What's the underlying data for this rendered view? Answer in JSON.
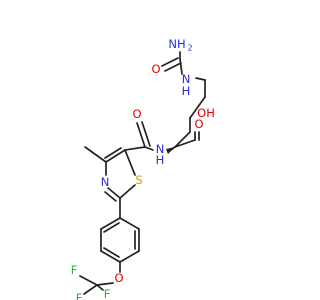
{
  "molecule": {
    "colors": {
      "bond": "#222222",
      "O": "#e00000",
      "N": "#2c2cdd",
      "S": "#c9a400",
      "F": "#2ab52a"
    },
    "atom_labels": {
      "nh2": "NH",
      "nh2_sub": "2",
      "urea_o": "O",
      "urea_nh": "N",
      "urea_nh_h": "H",
      "acid_oh": "OH",
      "acid_o": "O",
      "amide_o": "O",
      "amide_nh": "N",
      "amide_nh_h": "H",
      "thiazole_n": "N",
      "thiazole_s": "S",
      "ether_o": "O",
      "f1": "F",
      "f2": "F",
      "f3": "F"
    }
  }
}
